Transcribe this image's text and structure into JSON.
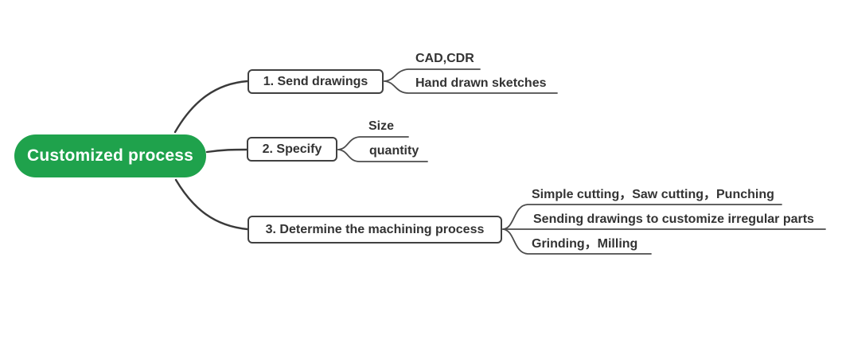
{
  "diagram": {
    "type": "mindmap",
    "root": {
      "label": "Customized process"
    },
    "branches": [
      {
        "label": "1. Send drawings",
        "children": [
          {
            "label": "CAD,CDR"
          },
          {
            "label": "Hand drawn sketches"
          }
        ]
      },
      {
        "label": "2. Specify",
        "children": [
          {
            "label": "Size"
          },
          {
            "label": "quantity"
          }
        ]
      },
      {
        "label": "3. Determine the machining process",
        "children": [
          {
            "label": "Simple cutting，Saw cutting，Punching"
          },
          {
            "label": "Sending drawings to customize irregular parts"
          },
          {
            "label": "Grinding，Milling"
          }
        ]
      }
    ],
    "colors": {
      "root_fill": "#1fa24c",
      "root_text": "#ffffff",
      "box_border": "#404040",
      "text": "#333333",
      "connector": "#3a3a3a",
      "underline": "#4c4c4c"
    }
  }
}
